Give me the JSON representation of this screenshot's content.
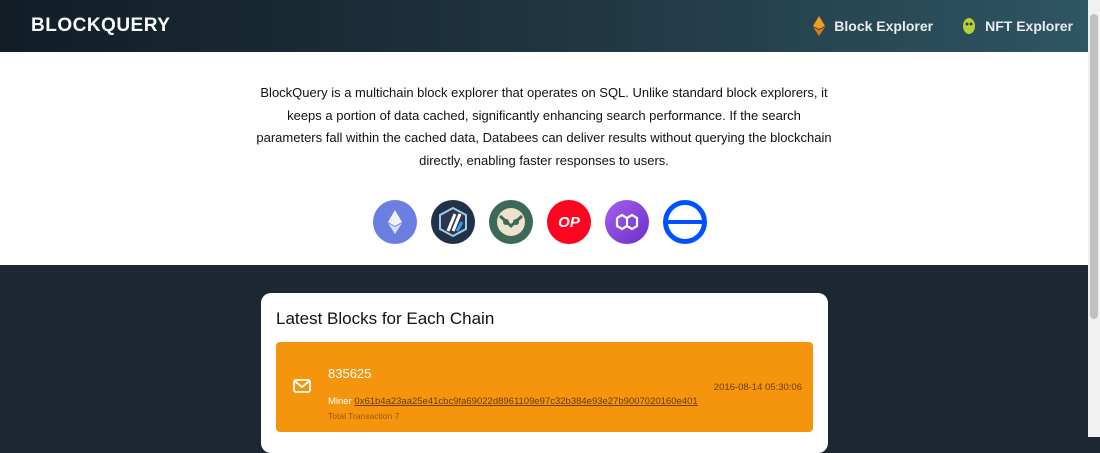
{
  "header": {
    "logo": "BLOCKQUERY",
    "nav": [
      {
        "label": "Block Explorer",
        "icon": "ethereum-flame-icon"
      },
      {
        "label": "NFT Explorer",
        "icon": "nft-monkey-icon"
      }
    ]
  },
  "intro": {
    "text": "BlockQuery is a multichain block explorer that operates on SQL. Unlike standard block explorers, it keeps a portion of data cached, significantly enhancing search performance. If the search parameters fall within the cached data, Databees can deliver results without querying the blockchain directly, enabling faster responses to users."
  },
  "chains": [
    {
      "name": "ethereum",
      "color": "#6a7fe0"
    },
    {
      "name": "arbitrum",
      "color": "#213147"
    },
    {
      "name": "gnosis",
      "color": "#3e6957"
    },
    {
      "name": "optimism",
      "color": "#ff0420",
      "label": "OP"
    },
    {
      "name": "polygon",
      "color": "#8247e5"
    },
    {
      "name": "base",
      "color": "#0052ff"
    }
  ],
  "latest": {
    "title": "Latest Blocks for Each Chain",
    "blocks": [
      {
        "number": "835625",
        "miner_label": "Miner",
        "miner": "0x61b4a23aa25e41cbc9fa69022d8961109e97c32b384e93e27b9007020160e401",
        "tx": "Total Transaction 7",
        "time": "2016-08-14 05:30:06",
        "color": "#f5950d"
      }
    ]
  }
}
